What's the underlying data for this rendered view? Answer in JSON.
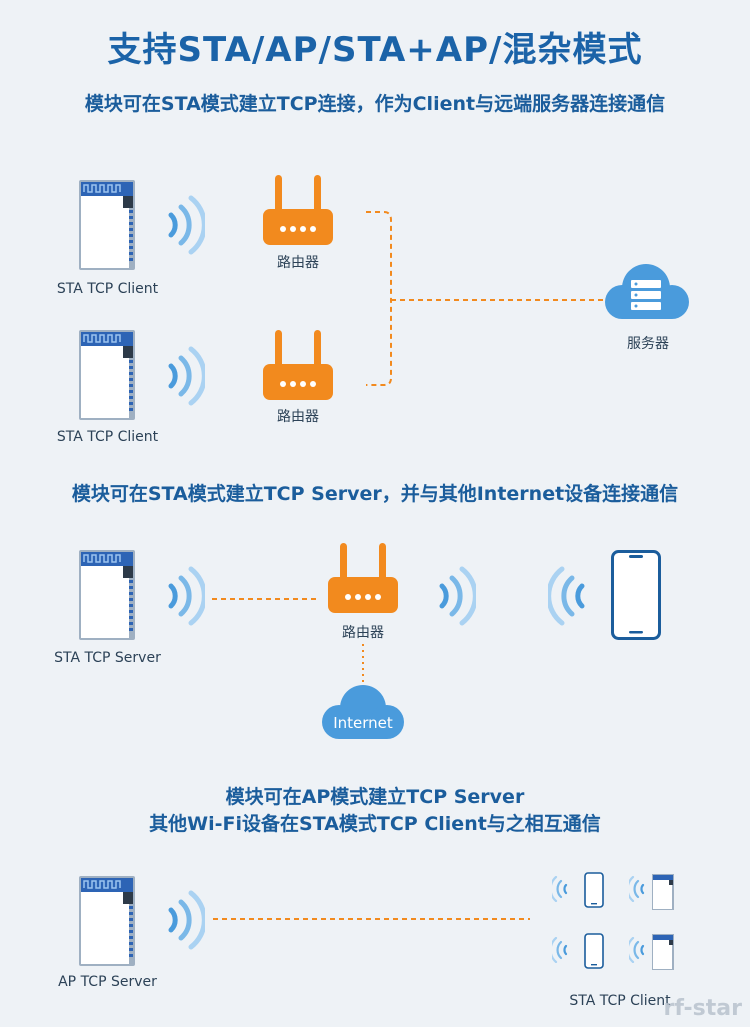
{
  "title": "支持STA/AP/STA+AP/混杂模式",
  "section1": {
    "heading": "模块可在STA模式建立TCP连接，作为Client与远端服务器连接通信",
    "module_labels": [
      "STA TCP Client",
      "STA TCP Client"
    ],
    "router_labels": [
      "路由器",
      "路由器"
    ],
    "server_label": "服务器"
  },
  "section2": {
    "heading": "模块可在STA模式建立TCP Server，并与其他Internet设备连接通信",
    "module_label": "STA TCP Server",
    "router_label": "路由器",
    "cloud_label": "Internet"
  },
  "section3": {
    "heading_line1": "模块可在AP模式建立TCP Server",
    "heading_line2": "其他Wi-Fi设备在STA模式TCP Client与之相互通信",
    "module_label": "AP TCP Server",
    "clients_label": "STA TCP Client"
  },
  "watermark": "rf-star",
  "colors": {
    "accent_orange": "#f28a1e",
    "primary_blue": "#1b63a8",
    "cloud_blue": "#4a9bdc"
  }
}
